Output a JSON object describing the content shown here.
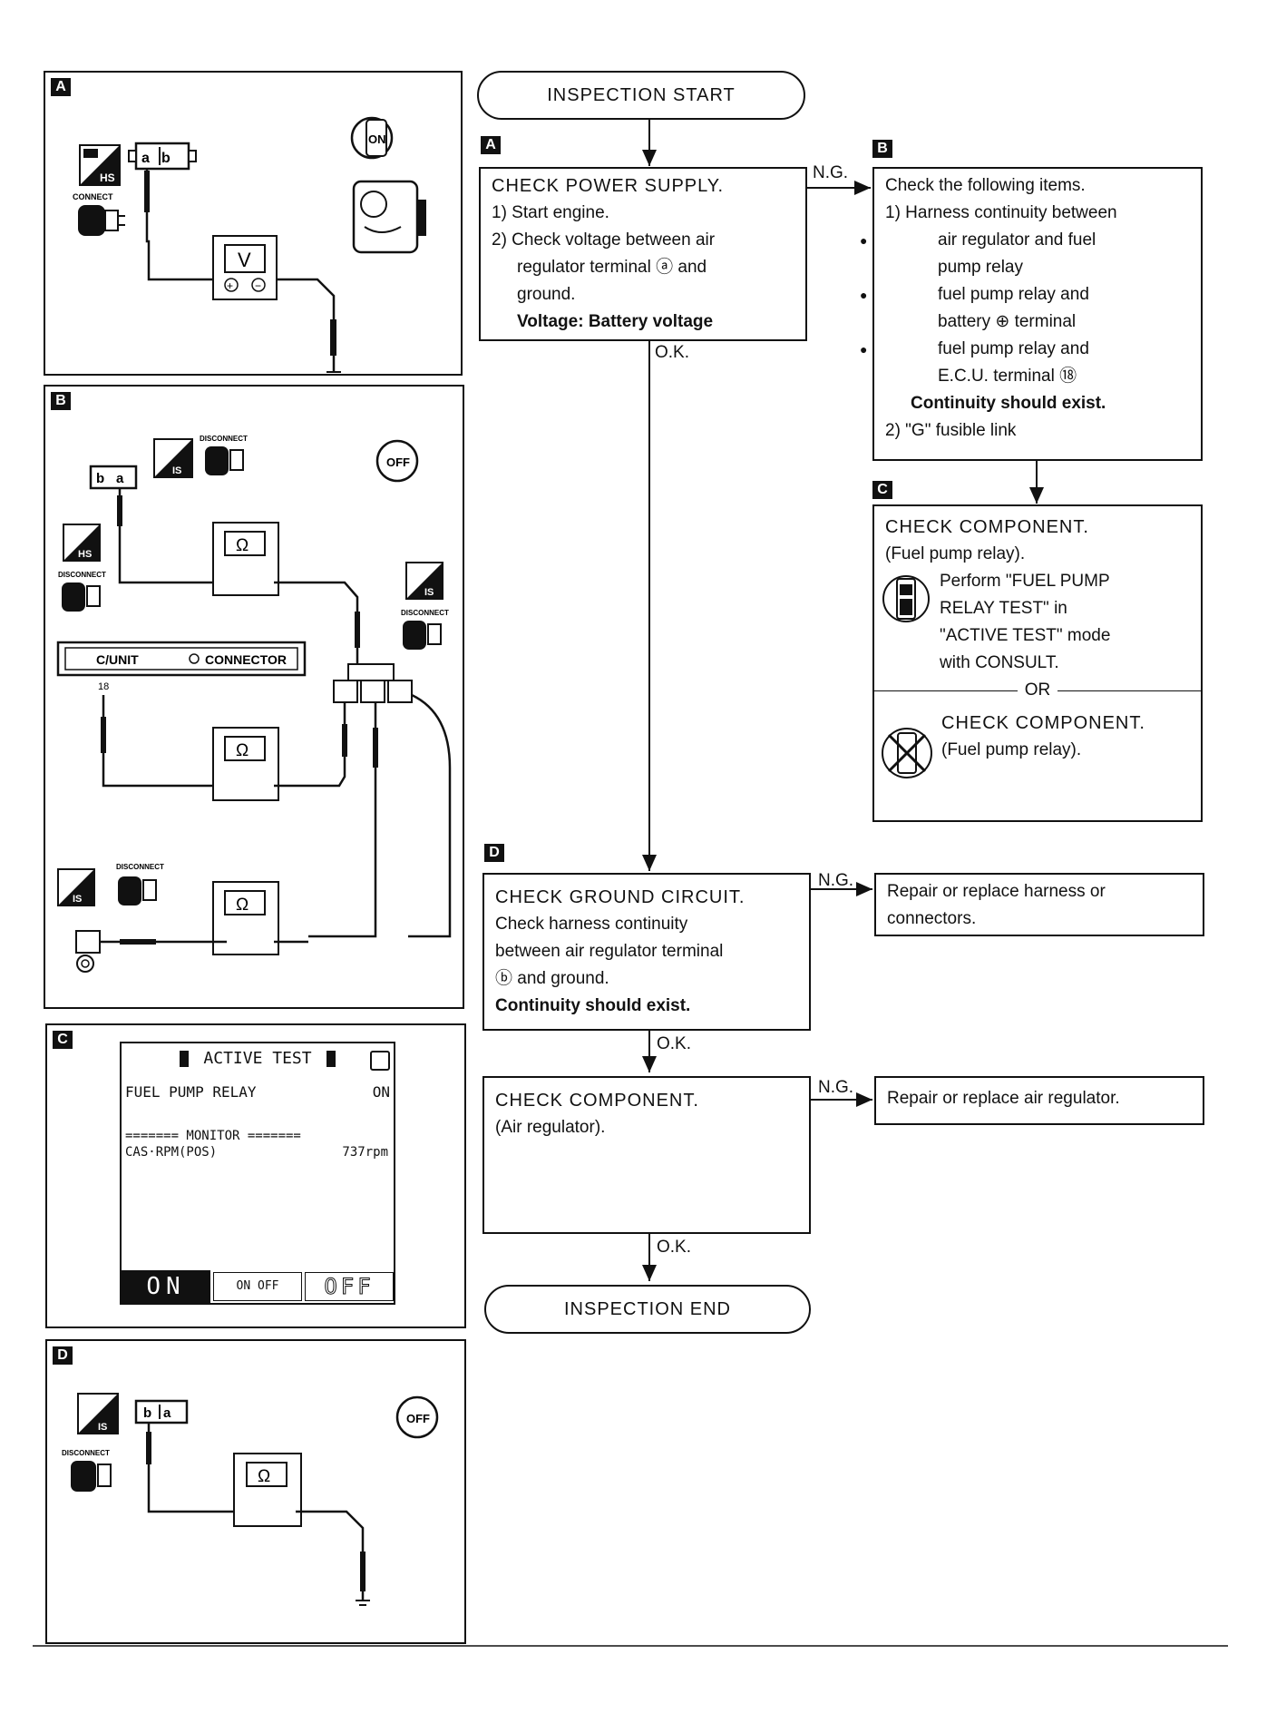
{
  "panels": {
    "a_tag": "A",
    "b_tag": "B",
    "c_tag": "C",
    "d_tag": "D"
  },
  "diagram_labels": {
    "hs": "HS",
    "is": "IS",
    "connect": "CONNECT",
    "disconnect": "DISCONNECT",
    "on": "ON",
    "off": "OFF",
    "voltmeter": "V",
    "ohm": "Ω",
    "cunit": "C/UNIT",
    "connector": "CONNECTOR",
    "pin18": "18"
  },
  "consult_screen": {
    "title": "ACTIVE TEST",
    "item": "FUEL PUMP RELAY",
    "item_value": "ON",
    "monitor_header": "======= MONITOR =======",
    "monitor_item": "CAS·RPM(POS)",
    "monitor_value": "737rpm",
    "buttons": [
      "ON",
      "ON OFF",
      "OFF"
    ]
  },
  "flow": {
    "start": "INSPECTION START",
    "end": "INSPECTION END",
    "box_a": {
      "tag": "A",
      "title": "CHECK POWER SUPPLY.",
      "line1": "1) Start engine.",
      "line2": "2) Check voltage between air",
      "line3": "regulator terminal ⓐ and",
      "line4": "ground.",
      "line5": "Voltage:  Battery voltage"
    },
    "box_b": {
      "tag": "B",
      "line1": "Check the following items.",
      "line2": "1) Harness continuity between",
      "b1a": "air regulator and fuel",
      "b1b": "pump relay",
      "b2a": "fuel pump relay and",
      "b2b": "battery ⊕ terminal",
      "b3a": "fuel pump relay and",
      "b3b": "E.C.U. terminal ⑱",
      "bold": "Continuity should exist.",
      "line3": "2) \"G\" fusible link"
    },
    "box_c": {
      "tag": "C",
      "title": "CHECK COMPONENT.",
      "sub": "(Fuel pump relay).",
      "p1": "Perform \"FUEL PUMP",
      "p2": "RELAY TEST\" in",
      "p3": "\"ACTIVE TEST\" mode",
      "p4": "with CONSULT.",
      "or": "OR",
      "alt_title": "CHECK COMPONENT.",
      "alt_sub": "(Fuel pump relay)."
    },
    "box_d": {
      "tag": "D",
      "title": "CHECK GROUND CIRCUIT.",
      "line1": "Check harness continuity",
      "line2": "between air regulator terminal",
      "line3": "ⓑ and ground.",
      "bold": "Continuity should exist."
    },
    "box_e": {
      "title": "CHECK COMPONENT.",
      "sub": "(Air regulator)."
    },
    "repair_d": {
      "line1": "Repair or replace harness or",
      "line2": "connectors."
    },
    "repair_e": "Repair or replace air regulator.",
    "ng": "N.G.",
    "ok": "O.K."
  }
}
